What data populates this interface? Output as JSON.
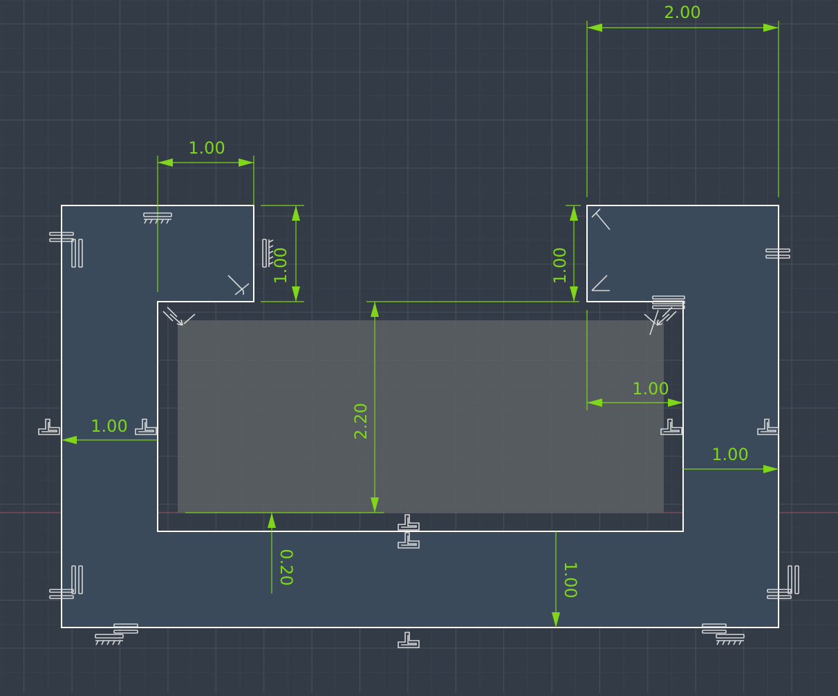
{
  "drawing": {
    "colors": {
      "background": "#333b47",
      "grid_major": "#4a525e",
      "grid_minor": "#3a424e",
      "profile_fill": "#3a4a5b",
      "profile_stroke": "#ffffff",
      "cutout_fill": "#5c6264",
      "dimension": "#7fd61a",
      "axis_line": "#a05060",
      "constraint_icon": "#d8d8d8"
    },
    "dimensions": {
      "top_right_width": "2.00",
      "top_left_width": "1.00",
      "left_notch_height": "1.00",
      "right_notch_height": "1.00",
      "inner_height": "2.20",
      "right_wall_top": "1.00",
      "left_wall": "1.00",
      "right_wall": "1.00",
      "bottom_gap": "0.20",
      "bottom_thickness": "1.00"
    },
    "constraint_icons": [
      "horizontal-constraint-icon",
      "vertical-constraint-icon",
      "perpendicular-constraint-icon",
      "parallel-constraint-icon",
      "coincident-constraint-icon",
      "equal-constraint-icon",
      "fix-constraint-icon"
    ]
  }
}
